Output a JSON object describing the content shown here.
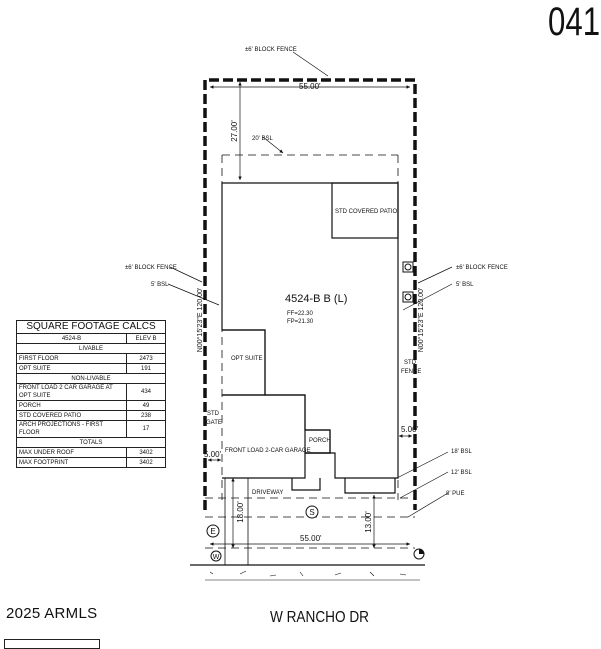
{
  "lot_number": "041",
  "copyright": "2025 ARMLS",
  "street": "W RANCHO DR",
  "plan": {
    "rear_fence": "±6' BLOCK FENCE",
    "lot_width_top": "55.00'",
    "rear_setback": "27.00'",
    "rear_bsl": "20' BSL",
    "covered_patio": "STD COVERED PATIO",
    "left_fence": "±6' BLOCK FENCE",
    "left_bsl": "5' BSL",
    "right_fence": "±6' BLOCK FENCE",
    "right_bsl": "5' BSL",
    "left_bearing": "N00°15'23\"E 120.00'",
    "right_bearing": "N00°15'23\"E 120.00'",
    "plan_name": "4524-B B (L)",
    "ff": "FF=22.30",
    "fp": "FP=21.30",
    "opt_suite": "OPT SUITE",
    "std_fence": [
      "STD",
      "FENCE"
    ],
    "std_gate": [
      "STD",
      "GATE"
    ],
    "garage": "FRONT LOAD 2-CAR GARAGE",
    "porch": "PORCH",
    "side_left_dim": "5.00'",
    "side_right_dim": "5.00'",
    "front_bsl_18": "18' BSL",
    "front_bsl_12": "12' BSL",
    "pue": "8' PUE",
    "driveway": "DRIVEWAY",
    "dim_18": "18.00'",
    "dim_13": "13.00'",
    "lot_width_bottom": "55.00'",
    "marker_e": "E",
    "marker_s": "S",
    "marker_w": "W"
  },
  "table": {
    "title": "SQUARE FOOTAGE CALCS",
    "col_plan": "4524-B",
    "col_elev": "ELEV B",
    "livable_header": "LIVABLE",
    "livable": [
      {
        "label": "FIRST FLOOR",
        "value": "2473"
      },
      {
        "label": "OPT SUITE",
        "value": "191"
      }
    ],
    "non_livable_header": "NON-LIVABLE",
    "non_livable": [
      {
        "label": "FRONT LOAD 2 CAR GARAGE AT OPT SUITE",
        "value": "434"
      },
      {
        "label": "PORCH",
        "value": "49"
      },
      {
        "label": "STD COVERED PATIO",
        "value": "238"
      },
      {
        "label": "ARCH PROJECTIONS - FIRST FLOOR",
        "value": "17"
      }
    ],
    "totals_header": "TOTALS",
    "totals": [
      {
        "label": "MAX UNDER ROOF",
        "value": "3402"
      },
      {
        "label": "MAX FOOTPRINT",
        "value": "3402"
      }
    ]
  }
}
